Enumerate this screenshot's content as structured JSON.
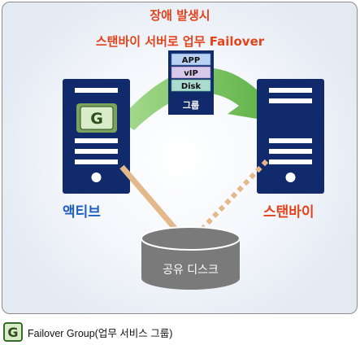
{
  "title_line1": "장애 발생시",
  "title_line2": "스탠바이 서버로 업무 Failover",
  "group_box": {
    "items": [
      "APP",
      "vIP",
      "Disk"
    ],
    "label": "그룹"
  },
  "group_icon_letter": "G",
  "active_label": "액티브",
  "standby_label": "스탠바이",
  "disk_label": "공유 디스크",
  "legend": {
    "letter": "G",
    "text": "Failover Group(업무 서비스 그룹)"
  },
  "colors": {
    "title": "#e2431b",
    "active": "#1f5fbf",
    "server": "#102a6b",
    "arrow_green": "#6cbf4a",
    "link_tan": "#e3b88a",
    "disk": "#7a7a7a"
  }
}
